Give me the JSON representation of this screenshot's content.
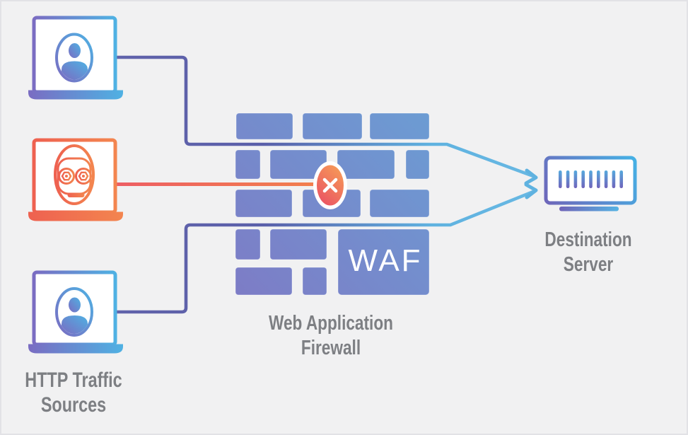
{
  "title": "Web Application Firewall diagram",
  "labels": {
    "sources_line1": "HTTP Traffic",
    "sources_line2": "Sources",
    "firewall_line1": "Web Application",
    "firewall_line2": "Firewall",
    "server_line1": "Destination",
    "server_line2": "Server",
    "waf": "WAF"
  },
  "nodes": {
    "sources": [
      {
        "icon": "user-laptop-icon"
      },
      {
        "icon": "bot-laptop-icon"
      },
      {
        "icon": "user-laptop-icon"
      }
    ],
    "firewall": {
      "icon": "brick-wall-icon",
      "badge": "blocked-x-icon"
    },
    "destination": {
      "icon": "server-icon"
    }
  },
  "colors": {
    "background": "#f1f1f2",
    "wall_purple": "#7d7cc6",
    "wall_blue": "#6c9cd3",
    "line_purple": "#6163ab",
    "line_blue": "#5fb2e0",
    "line_blue_light": "#68b8e3",
    "orange_line_start": "#ed5e64",
    "orange_line_end": "#f2814c",
    "block_orange": "#f69a57",
    "block_red": "#ea5364",
    "laptop_purple": "#7a6cc2",
    "laptop_blue": "#4fb1e3",
    "bot_red": "#ee6150",
    "bot_orange": "#f3854f",
    "label_gray": "#7d7f83",
    "waf_text": "#ffffff"
  }
}
